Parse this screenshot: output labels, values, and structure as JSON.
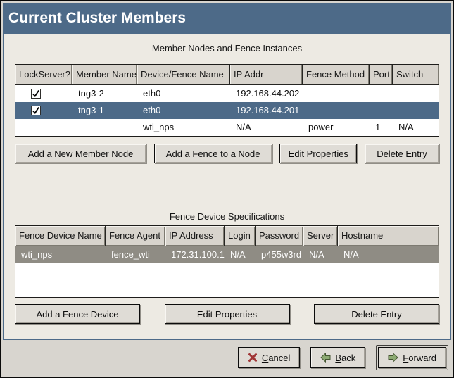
{
  "window": {
    "title": "Current Cluster Members"
  },
  "colors": {
    "titlebar": "#4d6a88",
    "selected_row": "#4d6a88",
    "inactive_selected_row": "#8f8c84",
    "panel_background": "#edeae3",
    "cancel_icon_red": "#a03636",
    "arrow_icon_green": "#8caa72"
  },
  "icons": {
    "cancel_icon": "✗",
    "back_icon": "←",
    "forward_icon": "→",
    "checkbox_checked": "✓"
  },
  "member_table": {
    "caption": "Member Nodes and Fence Instances",
    "columns": [
      "LockServer?",
      "Member Name",
      "Device/Fence Name",
      "IP Addr",
      "Fence Method",
      "Port",
      "Switch"
    ],
    "rows": [
      {
        "lockserver": true,
        "member_name": "tng3-2",
        "device_fence_name": "eth0",
        "ip_addr": "192.168.44.202",
        "fence_method": "",
        "port": "",
        "switch": "",
        "selected": false
      },
      {
        "lockserver": true,
        "member_name": "tng3-1",
        "device_fence_name": "eth0",
        "ip_addr": "192.168.44.201",
        "fence_method": "",
        "port": "",
        "switch": "",
        "selected": true
      },
      {
        "lockserver": null,
        "member_name": "",
        "device_fence_name": "wti_nps",
        "ip_addr": "N/A",
        "fence_method": "power",
        "port": "1",
        "switch": "N/A",
        "selected": false
      }
    ],
    "buttons": [
      "Add a New Member Node",
      "Add a Fence to a Node",
      "Edit Properties",
      "Delete Entry"
    ]
  },
  "fence_table": {
    "caption": "Fence Device Specifications",
    "columns": [
      "Fence Device Name",
      "Fence Agent",
      "IP Address",
      "Login",
      "Password",
      "Server",
      "Hostname"
    ],
    "rows": [
      {
        "fence_device_name": "wti_nps",
        "fence_agent": "fence_wti",
        "ip_address": "172.31.100.1",
        "login": "N/A",
        "password": "p455w3rd",
        "server": "N/A",
        "hostname": "N/A",
        "selected": true
      }
    ],
    "buttons": [
      "Add a Fence Device",
      "Edit Properties",
      "Delete Entry"
    ]
  },
  "footer": {
    "cancel": "Cancel",
    "back": "Back",
    "forward": "Forward"
  }
}
